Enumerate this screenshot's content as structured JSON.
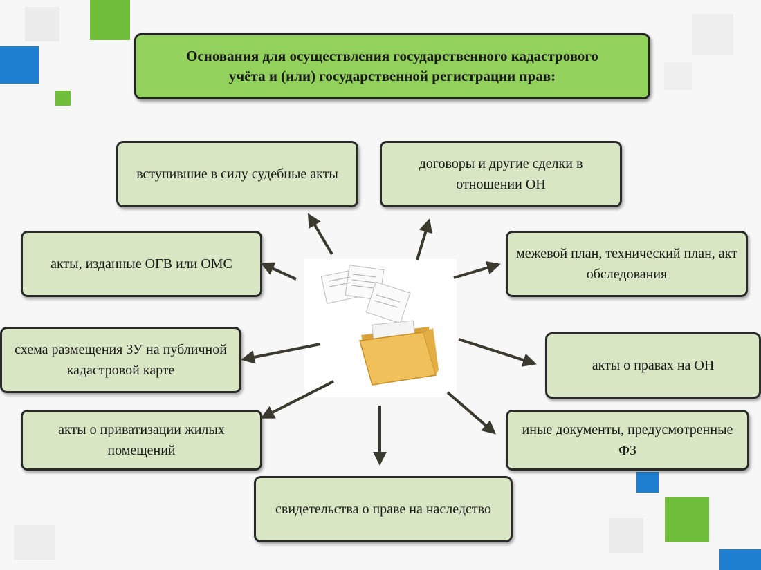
{
  "title": "Основания для осуществления государственного кадастрового учёта и (или) государственной регистрации прав:",
  "items": [
    {
      "text": "вступившие в силу судебные акты"
    },
    {
      "text": "договоры и другие сделки в отношении ОН"
    },
    {
      "text": "акты, изданные ОГВ или ОМС"
    },
    {
      "text": "межевой план, технический план, акт обследования"
    },
    {
      "text": "схема размещения ЗУ на публичной кадастровой карте"
    },
    {
      "text": "акты о правах на ОН"
    },
    {
      "text": "акты о приватизации жилых помещений"
    },
    {
      "text": "иные документы, предусмотренные ФЗ"
    },
    {
      "text": "свидетельства о праве на наследство"
    }
  ],
  "colors": {
    "title_bg": "#93d15d",
    "box_bg": "#d8e6c4",
    "arrow": "#3a3a2e",
    "deco_green": "#6fbf3a",
    "deco_blue": "#1e7fd0"
  }
}
